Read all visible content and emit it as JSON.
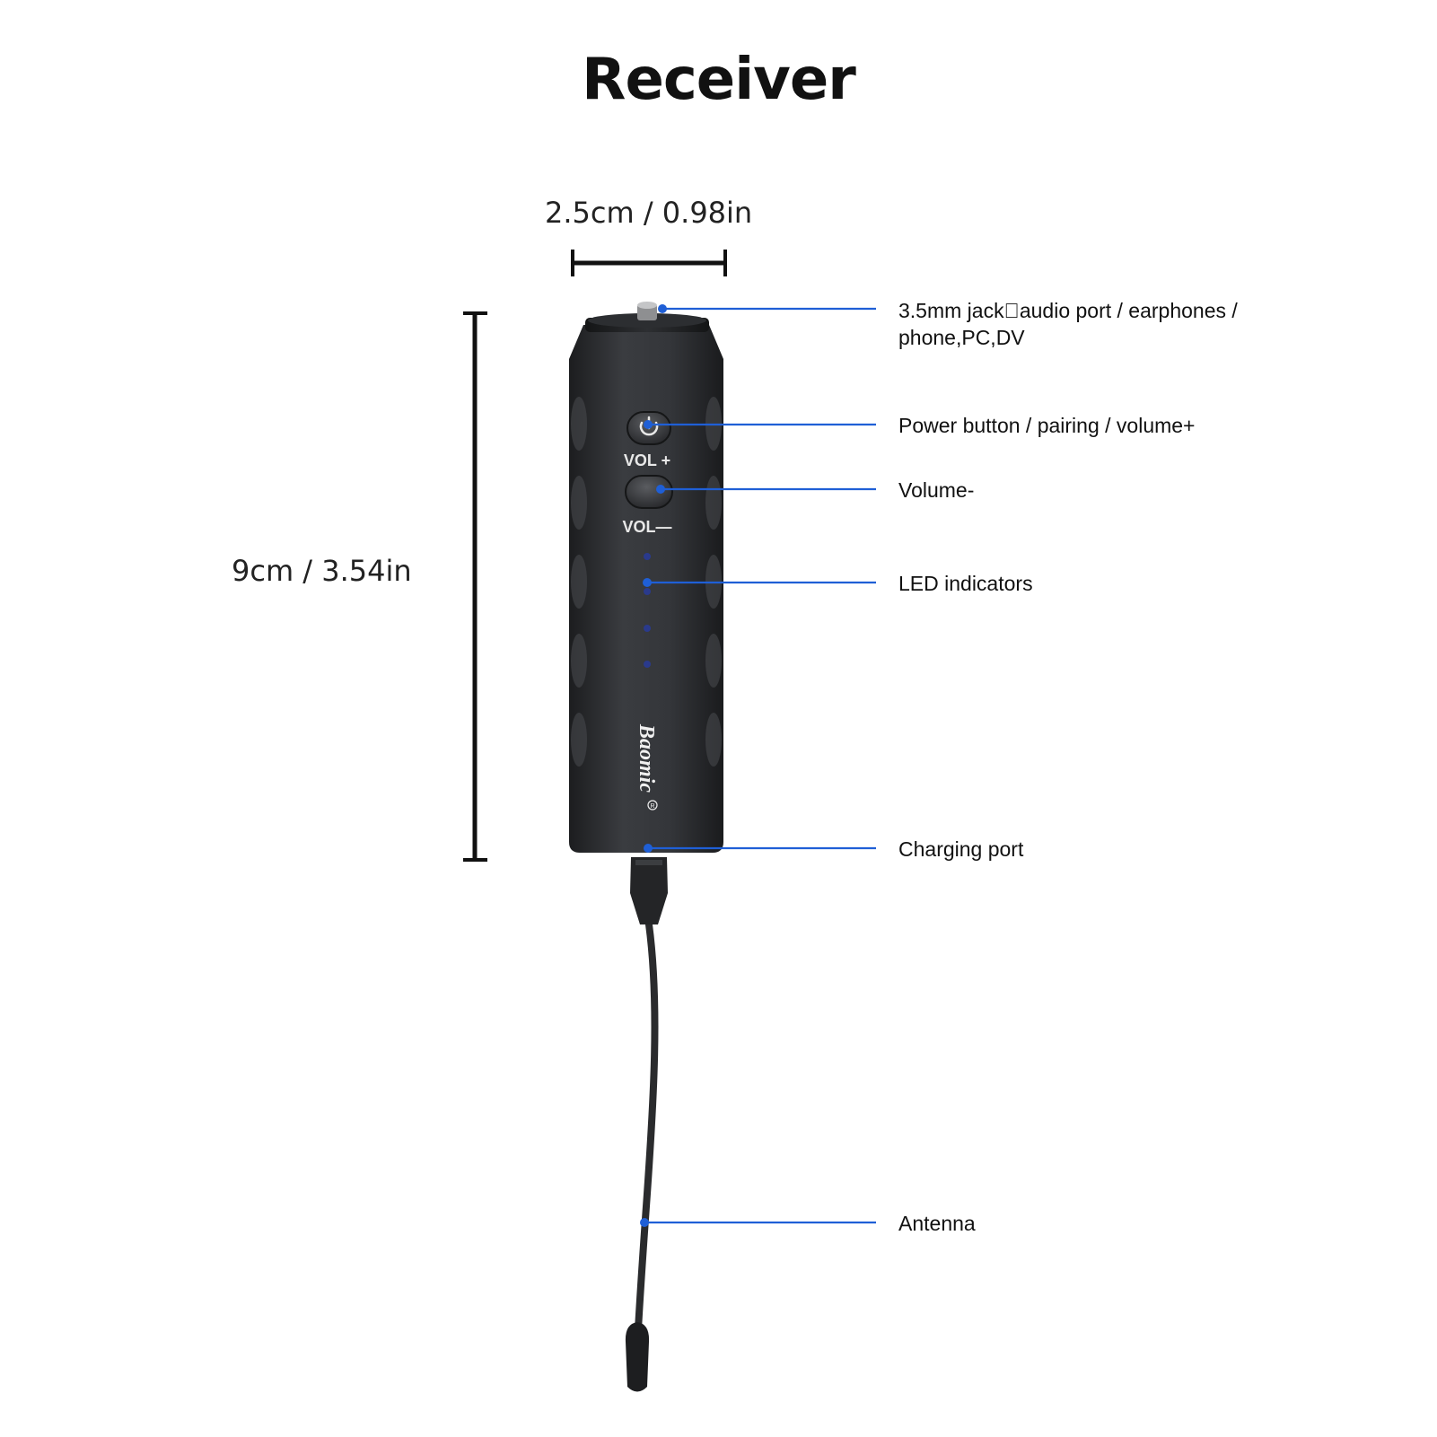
{
  "title": "Receiver",
  "dimensions": {
    "width": "2.5cm / 0.98in",
    "height": "9cm / 3.54in"
  },
  "device": {
    "brand": "Baomic",
    "vol_plus_label": "VOL +",
    "vol_minus_label": "VOL—",
    "led_count": 4
  },
  "callouts": [
    {
      "id": "jack",
      "lines": [
        "3.5mm jack\u0000audio port / earphones /",
        "phone,PC,DV"
      ]
    },
    {
      "id": "power",
      "lines": [
        "Power button / pairing / volume+"
      ]
    },
    {
      "id": "volume-minus",
      "lines": [
        "Volume-"
      ]
    },
    {
      "id": "led",
      "lines": [
        "LED indicators"
      ]
    },
    {
      "id": "charging",
      "lines": [
        "Charging port"
      ]
    },
    {
      "id": "antenna",
      "lines": [
        "Antenna"
      ]
    }
  ],
  "colors": {
    "leader_line": "#1f5fd6",
    "device_body": "#2b2d30",
    "led": "#2a3a8c",
    "dimension_line": "#111111"
  }
}
